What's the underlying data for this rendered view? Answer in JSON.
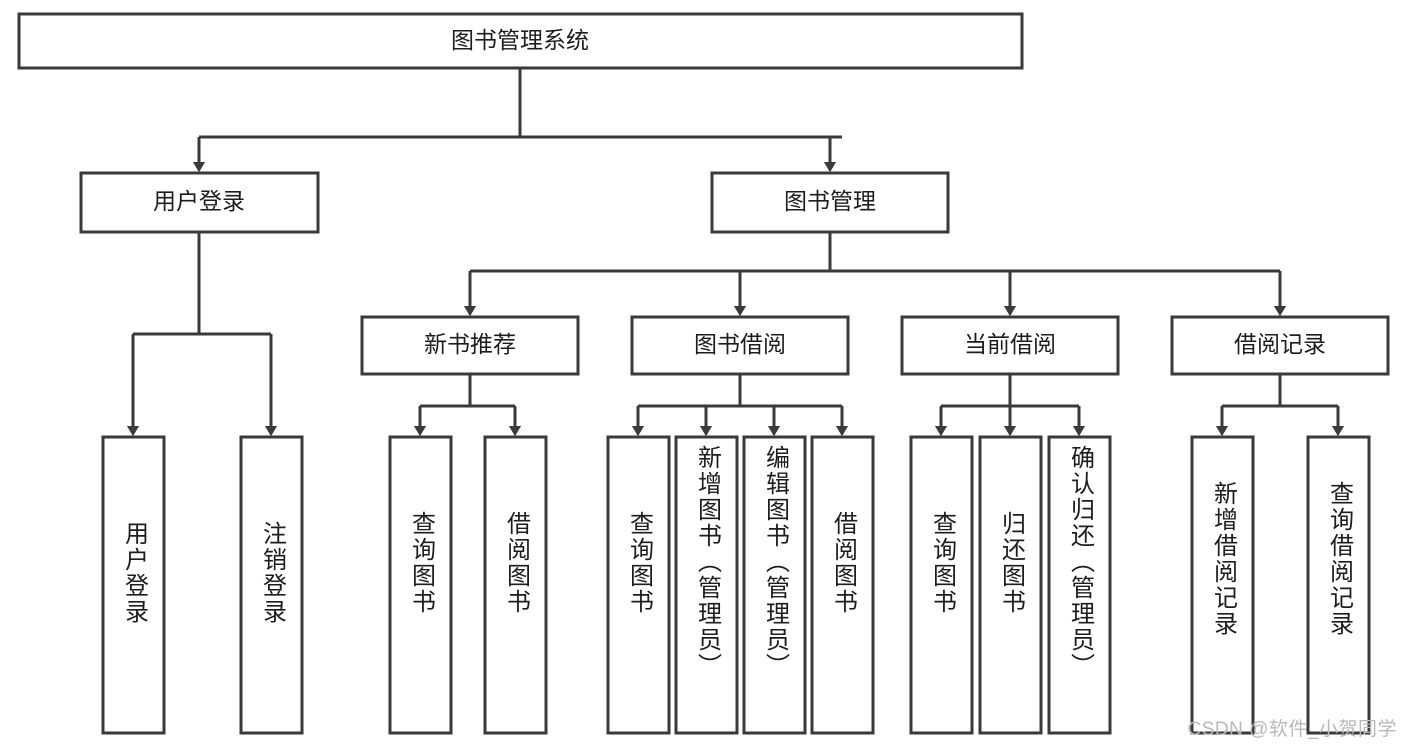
{
  "diagram": {
    "type": "tree",
    "title": "图书管理系统",
    "colors": {
      "box_stroke": "#3a3a3a",
      "box_fill": "#ffffff",
      "connector": "#3a3a3a",
      "text": "#1d1d1d",
      "watermark": "#b9b9b9",
      "background": "#ffffff"
    },
    "levels": {
      "root": {
        "label": "图书管理系统"
      },
      "level2": [
        {
          "label": "用户登录"
        },
        {
          "label": "图书管理"
        }
      ],
      "level3": [
        {
          "label": "新书推荐"
        },
        {
          "label": "图书借阅"
        },
        {
          "label": "当前借阅"
        },
        {
          "label": "借阅记录"
        }
      ],
      "leaves": [
        {
          "label": "用户登录",
          "parent": "用户登录"
        },
        {
          "label": "注销登录",
          "parent": "用户登录"
        },
        {
          "label": "查询图书",
          "parent": "新书推荐"
        },
        {
          "label": "借阅图书",
          "parent": "新书推荐"
        },
        {
          "label": "查询图书",
          "parent": "图书借阅"
        },
        {
          "label": "新增图书（管理员）",
          "parent": "图书借阅"
        },
        {
          "label": "编辑图书（管理员）",
          "parent": "图书借阅"
        },
        {
          "label": "借阅图书",
          "parent": "图书借阅"
        },
        {
          "label": "查询图书",
          "parent": "当前借阅"
        },
        {
          "label": "归还图书",
          "parent": "当前借阅"
        },
        {
          "label": "确认归还（管理员）",
          "parent": "当前借阅"
        },
        {
          "label": "新增借阅记录",
          "parent": "借阅记录"
        },
        {
          "label": "查询借阅记录",
          "parent": "借阅记录"
        }
      ]
    },
    "watermark": "CSDN @软件_小贺同学"
  }
}
